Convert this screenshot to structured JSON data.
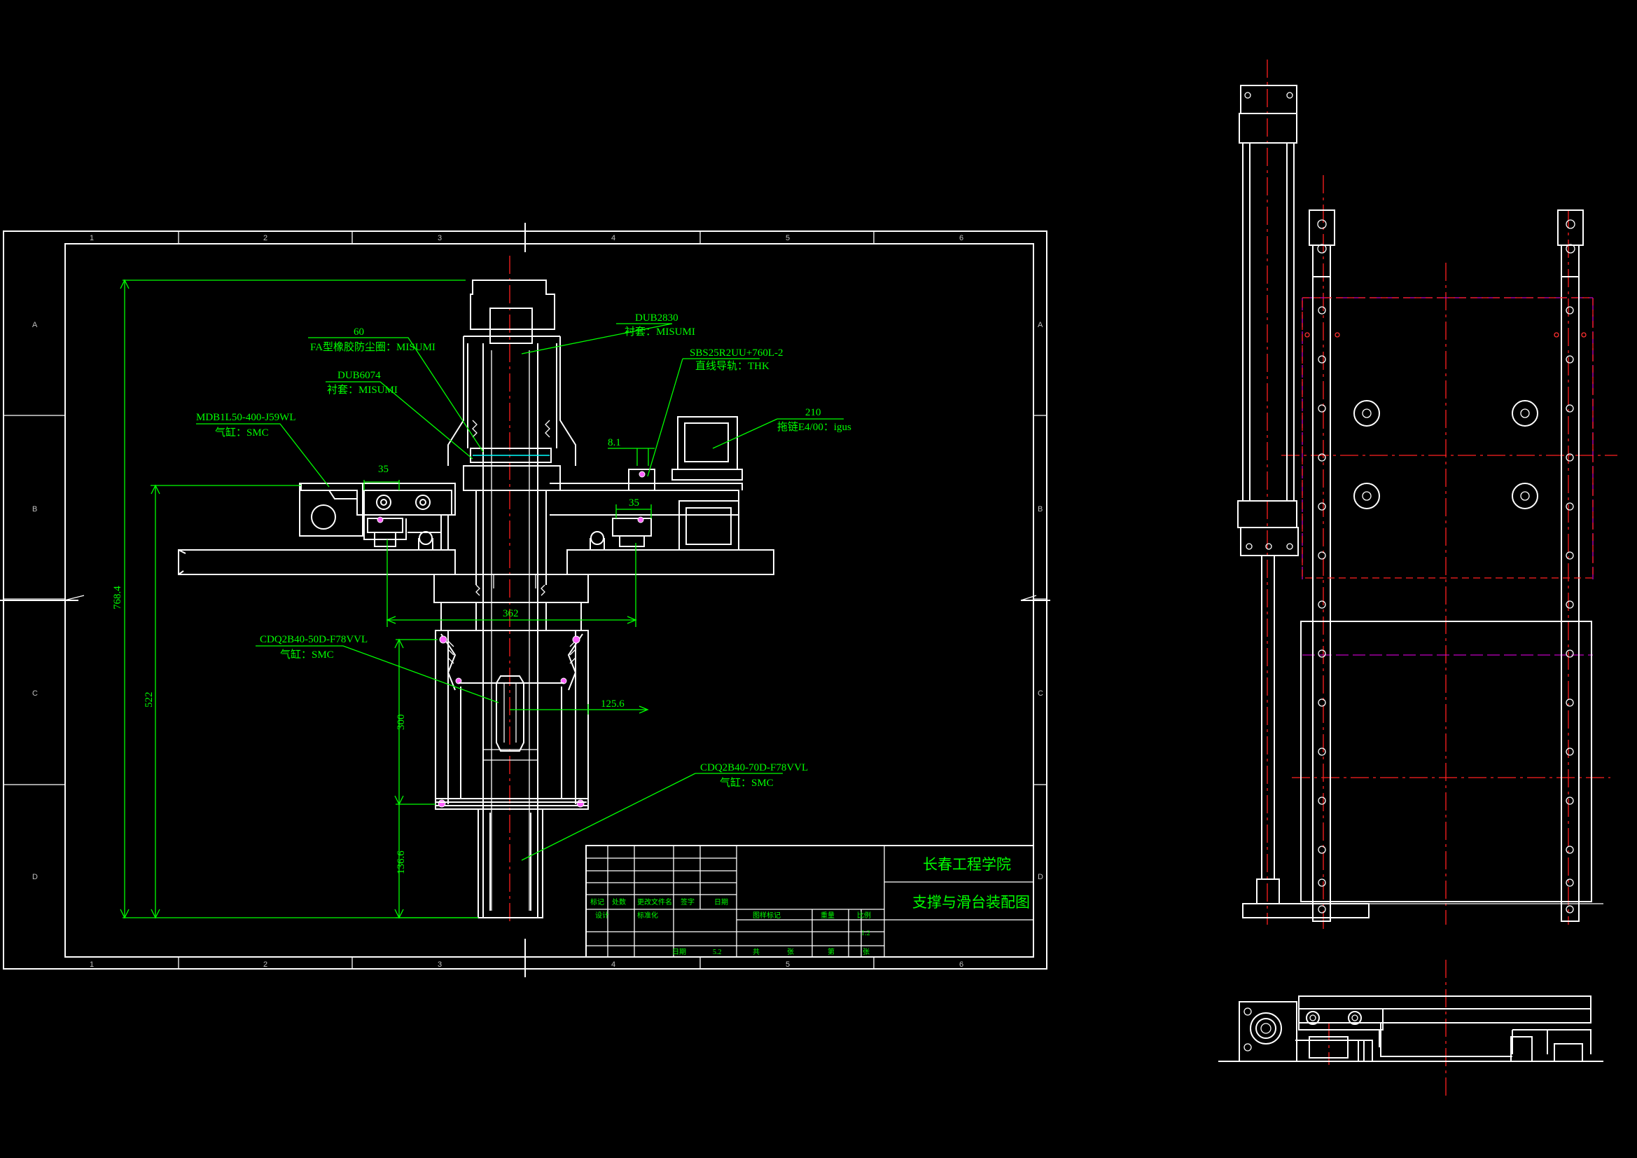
{
  "drawing": {
    "school": "长春工程学院",
    "drawing_title": "支撑与滑台装配图",
    "scale_value": "1:2",
    "zone_columns": [
      "1",
      "2",
      "3",
      "4",
      "5",
      "6"
    ],
    "zone_rows": [
      "A",
      "B",
      "C",
      "D"
    ]
  },
  "title_block": {
    "row_headers": [
      "标记",
      "处数",
      "更改文件名",
      "签字",
      "日期"
    ],
    "design": "设计",
    "standard": "标准化",
    "approve": "日期",
    "approve_value": "5.2",
    "stage_mark": "图样标记",
    "weight": "重量",
    "scale": "比例",
    "sheets": "共",
    "sheet_of": "张",
    "sheet_no": "第",
    "sheet_unit": "张"
  },
  "callouts": [
    {
      "id": "part-60",
      "line1": "60",
      "line2": "FA型橡胶防尘圈：MISUMI"
    },
    {
      "id": "dub2830",
      "line1": "DUB2830",
      "line2": "衬套：MISUMI"
    },
    {
      "id": "dub6074",
      "line1": "DUB6074",
      "line2": "衬套：MISUMI"
    },
    {
      "id": "sbs25",
      "line1": "SBS25R2UU+760L-2",
      "line2": "直线导轨：THK"
    },
    {
      "id": "part-210",
      "line1": "210",
      "line2": "拖链E4/00：igus"
    },
    {
      "id": "mdb",
      "line1": "MDB1L50-400-J59WL",
      "line2": "气缸：SMC"
    },
    {
      "id": "cdq-50",
      "line1": "CDQ2B40-50D-F78VVL",
      "line2": "气缸：SMC"
    },
    {
      "id": "cdq-70",
      "line1": "CDQ2B40-70D-F78VVL",
      "line2": "气缸：SMC"
    }
  ],
  "dimensions": {
    "d_768": "768.4",
    "d_522": "522",
    "d_35": "35",
    "d_35b": "35",
    "d_8": "8.1",
    "d_362": "362",
    "d_125": "125.6",
    "d_300": "300",
    "d_136": "136.6"
  }
}
